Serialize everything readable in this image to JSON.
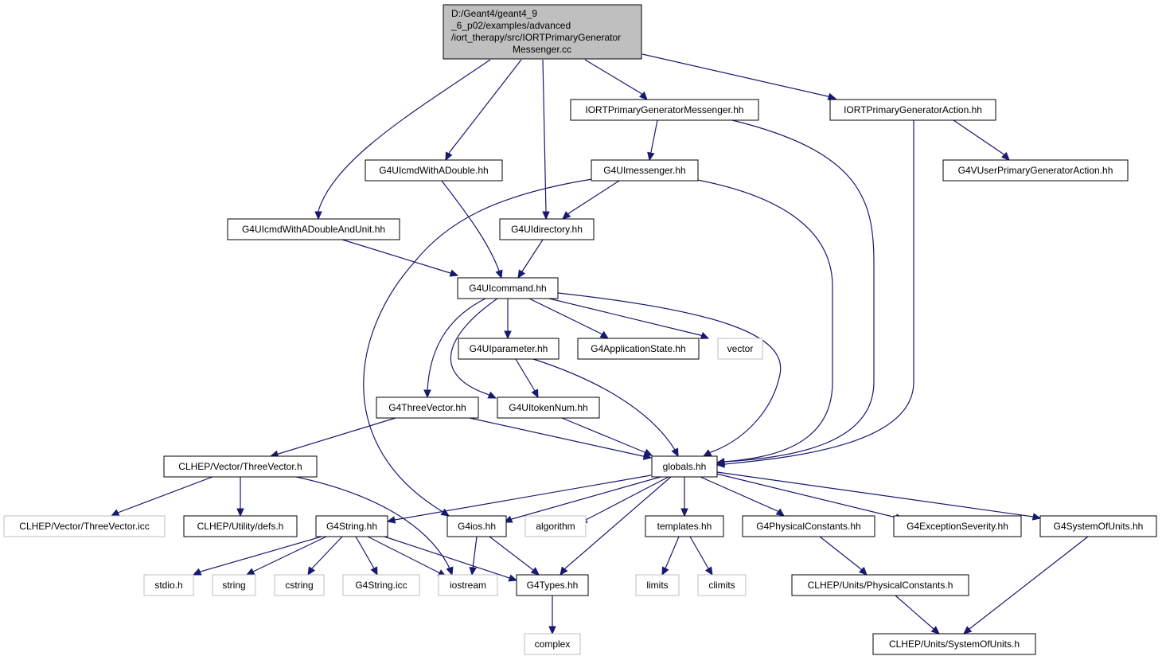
{
  "root": {
    "lines": [
      "D:/Geant4/geant4_9",
      "_6_p02/examples/advanced",
      "/iort_therapy/src/IORTPrimaryGenerator",
      "Messenger.cc"
    ]
  },
  "nodes": {
    "iort_pg_messenger_hh": "IORTPrimaryGeneratorMessenger.hh",
    "iort_pg_action_hh": "IORTPrimaryGeneratorAction.hh",
    "g4uicmd_double_hh": "G4UIcmdWithADouble.hh",
    "g4uimessenger_hh": "G4UImessenger.hh",
    "g4vuser_pga_hh": "G4VUserPrimaryGeneratorAction.hh",
    "g4uicmd_double_unit_hh": "G4UIcmdWithADoubleAndUnit.hh",
    "g4uidirectory_hh": "G4UIdirectory.hh",
    "g4uicommand_hh": "G4UIcommand.hh",
    "g4uiparameter_hh": "G4UIparameter.hh",
    "g4applicationstate_hh": "G4ApplicationState.hh",
    "vector": "vector",
    "g4threevector_hh": "G4ThreeVector.hh",
    "g4uitokennum_hh": "G4UItokenNum.hh",
    "clhep_threevector_h": "CLHEP/Vector/ThreeVector.h",
    "globals_hh": "globals.hh",
    "clhep_threevector_icc": "CLHEP/Vector/ThreeVector.icc",
    "clhep_defs_h": "CLHEP/Utility/defs.h",
    "g4string_hh": "G4String.hh",
    "g4ios_hh": "G4ios.hh",
    "algorithm": "algorithm",
    "templates_hh": "templates.hh",
    "g4physicalconstants_hh": "G4PhysicalConstants.hh",
    "g4exceptionseverity_hh": "G4ExceptionSeverity.hh",
    "g4systemofunits_hh": "G4SystemOfUnits.hh",
    "stdio_h": "stdio.h",
    "string": "string",
    "cstring": "cstring",
    "g4string_icc": "G4String.icc",
    "iostream": "iostream",
    "g4types_hh": "G4Types.hh",
    "limits": "limits",
    "climits": "climits",
    "clhep_physicalconstants_h": "CLHEP/Units/PhysicalConstants.h",
    "complex": "complex",
    "clhep_systemofunits_h": "CLHEP/Units/SystemOfUnits.h"
  },
  "colors": {
    "edge": "#191970",
    "root_fill": "#bfbfbf",
    "internal_border": "#000000",
    "external_border": "#bfbfbf"
  }
}
